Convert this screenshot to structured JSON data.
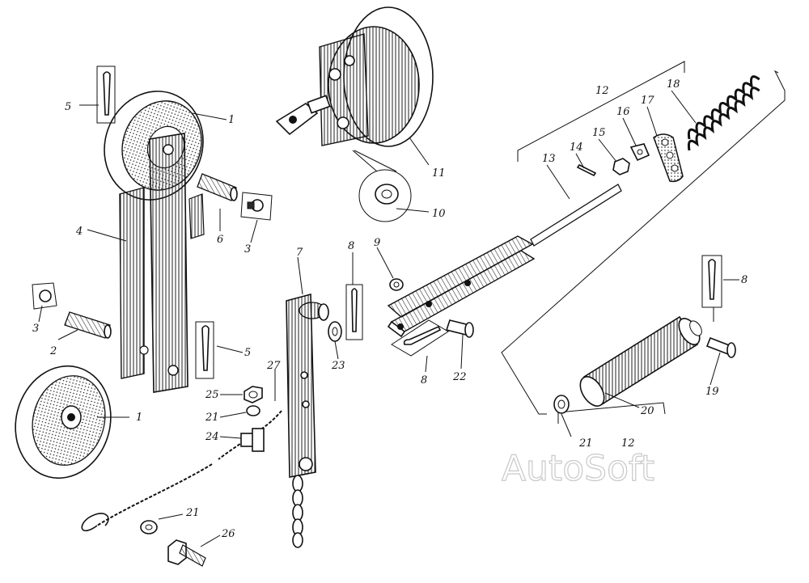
{
  "watermark": "AutoSoft",
  "callouts": [
    "1",
    "1",
    "2",
    "3",
    "3",
    "4",
    "5",
    "5",
    "6",
    "7",
    "8",
    "8",
    "8",
    "9",
    "10",
    "11",
    "12",
    "12",
    "13",
    "14",
    "15",
    "16",
    "17",
    "18",
    "19",
    "20",
    "21",
    "21",
    "21",
    "22",
    "23",
    "24",
    "25",
    "26",
    "27"
  ],
  "icons": {
    "pulley": "pulley-icon",
    "bolt": "bolt-icon",
    "spring": "spring-icon",
    "chain": "chain-icon"
  }
}
